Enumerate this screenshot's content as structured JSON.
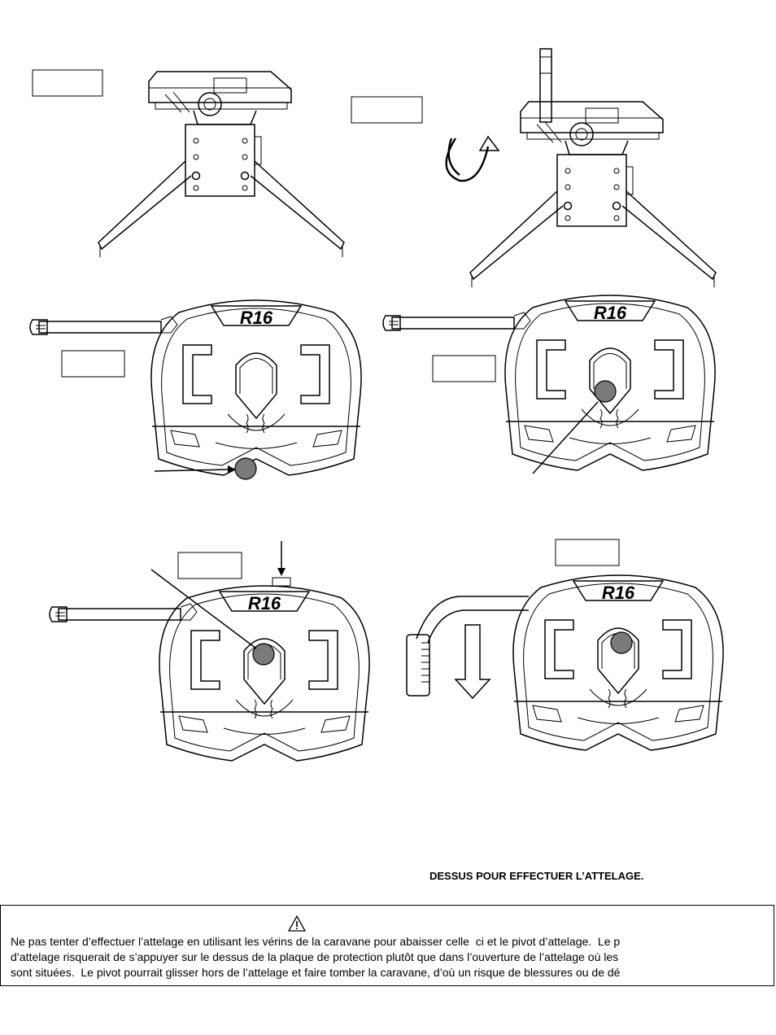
{
  "figures": {
    "brand_label": "R16"
  },
  "instruction": "DESSUS POUR EFFECTUER L’ATTELAGE.",
  "warning": {
    "icon": "warning-triangle-icon",
    "lines": [
      "Ne pas tenter d’effectuer l’attelage en utilisant les vérins de la caravane pour abaisser celle  ci et le pivot d’attelage.  Le p",
      "d’attelage risquerait de s’appuyer sur le dessus de la plaque de protection plutôt que dans l’ouverture de l’attelage où les",
      "sont situées.  Le pivot pourrait glisser hors de l’attelage et faire tomber la caravane, d’où un risque de blessures ou de dé"
    ]
  }
}
